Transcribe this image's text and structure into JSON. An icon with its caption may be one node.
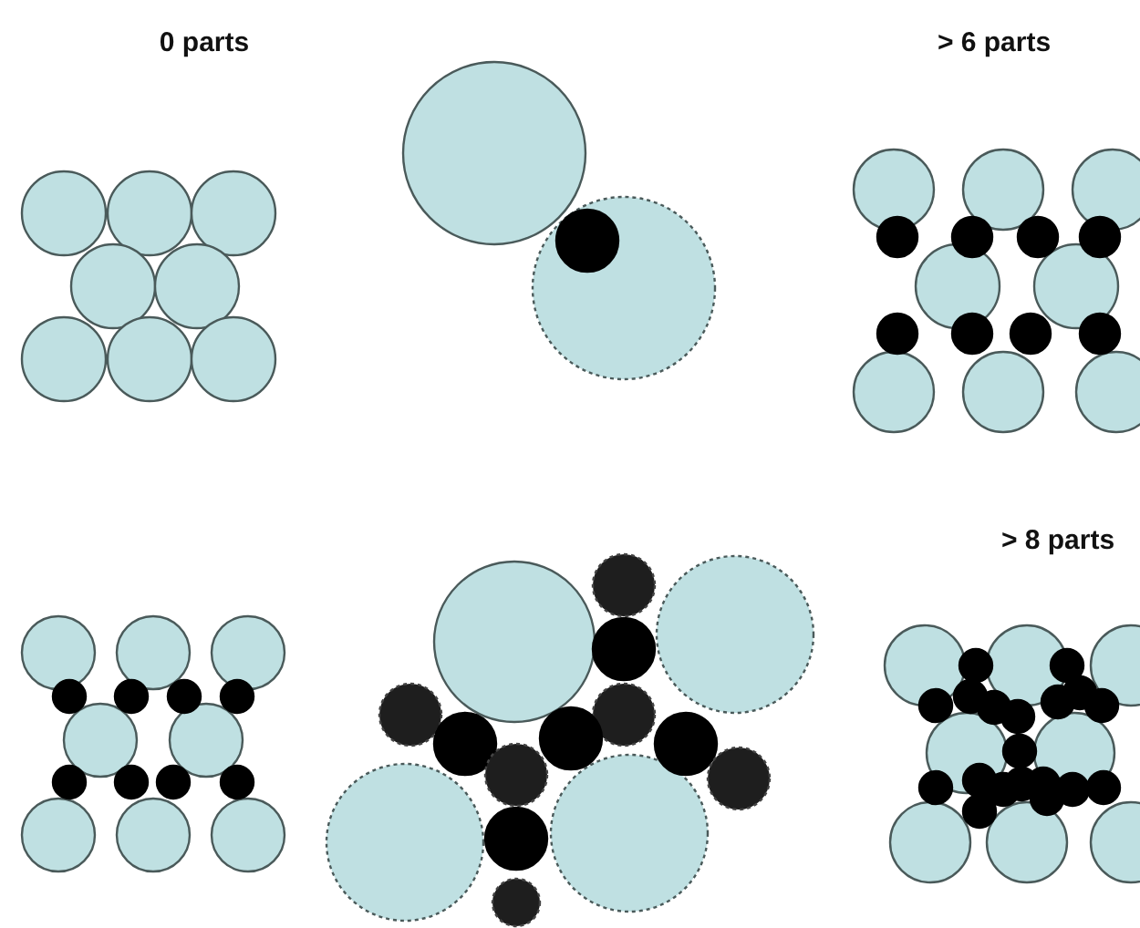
{
  "diagram": {
    "labels": [
      "0 parts",
      "> 6 parts",
      "> 8 parts"
    ]
  }
}
